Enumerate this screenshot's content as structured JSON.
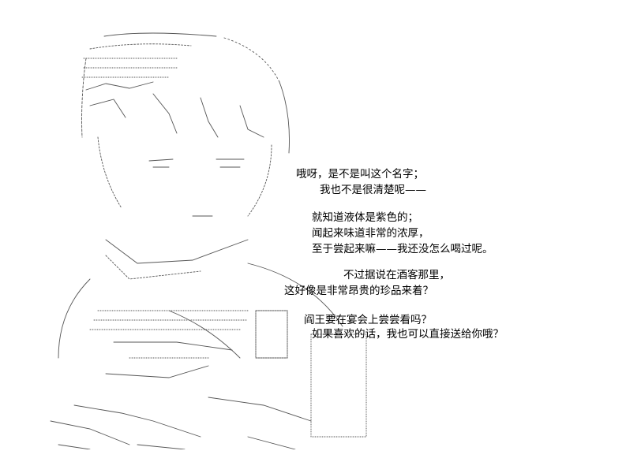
{
  "dialogue": [
    "哦呀，是不是叫这个名字；",
    "我也不是很清楚呢——",
    "就知道液体是紫色的；",
    "闻起来味道非常的浓厚，",
    "至于尝起来嘛——我还没怎么喝过呢。",
    "不过据说在酒客那里，",
    "这好像是非常昂贵的珍品来着？",
    "阎王要在宴会上尝尝看吗？",
    "如果喜欢的话，我也可以直接送给你哦？"
  ],
  "art": {
    "style": "ASCII / Shift-JIS text art figure in fine gray glyph strokes",
    "ink_color": "#555555"
  }
}
